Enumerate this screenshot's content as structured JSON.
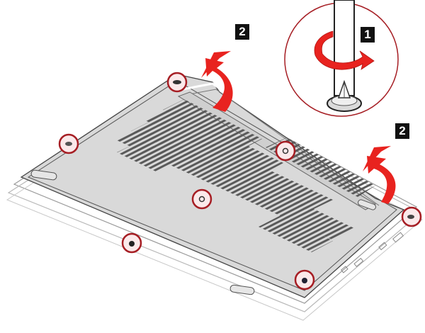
{
  "diagram": {
    "subject": "laptop bottom base cover removal",
    "colors": {
      "arrow": "#e8231f",
      "callout_ring": "#a61e24",
      "cover_fill": "#d6d6d6",
      "cover_outline": "#444444",
      "vent": "#555555",
      "badge_bg": "#111111",
      "badge_text": "#ffffff"
    },
    "steps": [
      {
        "id": "step-1",
        "label": "1",
        "action": "loosen screws (rotate screwdriver counter-clockwise)"
      },
      {
        "id": "step-2a",
        "label": "2",
        "action": "lift base cover (top edge)"
      },
      {
        "id": "step-2b",
        "label": "2",
        "action": "lift base cover (right edge)"
      }
    ],
    "screw_callouts": 7,
    "detail_view": "screwdriver-turning-screw-inset"
  }
}
